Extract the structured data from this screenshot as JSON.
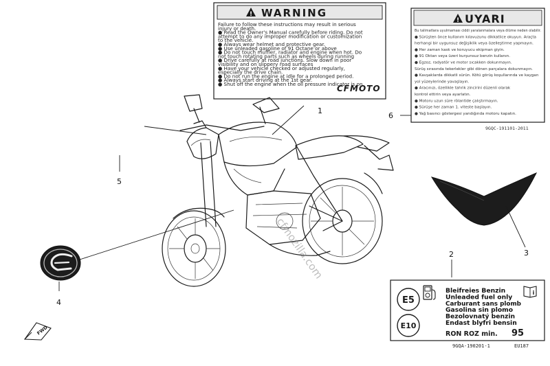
{
  "diagram": {
    "callouts": [
      "1",
      "2",
      "3",
      "4",
      "5",
      "6"
    ],
    "warning_label": {
      "title": "WARNING",
      "lines": [
        "Failure to follow these instructions may result in serious",
        "injury or death.",
        "● Read the Owner's Manual carefully before riding. Do not",
        "  attempt to do any improper modification or customization",
        "  to the vehicle.",
        "● Always wear helmet and protective gear.",
        "● Use unleaded gasoline of 91 Octane or above",
        "● Do not touch muffler, radiator and engine when hot. Do",
        "  not touch rotating parts such as wheels during running",
        "● Drive carefully at road junctions. Slow down in poor",
        "  visibility and on slippery road surfaces",
        "● Have your vehicle checked or adjusted regularly,",
        "  especially the drive chain.",
        "● Do not run the engine at idle for a prolonged period.",
        "● Always start driving at the 1st gear.",
        "● Shut off the engine when the oil pressure indicator is on"
      ],
      "brand": "CFMOTO"
    },
    "uyari_label": {
      "title": "UYARI",
      "lines": [
        "Bu talimatlara uyulmaması ciddi yaralanmalara veya ölüme neden olabilir.",
        "● Sürüşten önce kullanım kılavuzunu dikkatlice okuyun. Araçta",
        "  herhangi bir uygunsuz değişiklik veya özelleştirme yapmayın.",
        "● Her zaman kask ve koruyucu ekipman giyin.",
        "● 91 Oktan veya üzeri kurşunsuz benzin kullanın.",
        "● Egzoz, radyatör ve motor sıcakken dokunmayın.",
        "  Sürüş sırasında tekerlekler gibi dönen parçalara dokunmayın.",
        "● Kavşaklarda dikkatli sürün. Kötü görüş koşullarında ve kaygan",
        "  yol yüzeylerinde yavaşlayın.",
        "● Aracınızı, özellikle tahrik zincirini düzenli olarak",
        "  kontrol ettirin veya ayarlatın.",
        "● Motoru uzun süre rölantide çalıştırmayın.",
        "● Sürüşe her zaman 1. viteste başlayın.",
        "● Yağ basıncı göstergesi yandığında motoru kapatın."
      ],
      "part_number": "9GQC-191101-2011"
    },
    "fuel_label": {
      "badge_e5": "E5",
      "badge_e10": "E10",
      "lines": [
        "Bleifreies Benzin",
        "Unleaded fuel only",
        "Carburant sans plomb",
        "Gasolina sin plomo",
        "Bezolovnatý benzin",
        "Endast blyfri bensin"
      ],
      "ron_text": "RON  ROZ min.",
      "ron_value": "95",
      "part_number": "9GQA-190201-1",
      "part_suffix": "EU187",
      "info_glyph": "i"
    },
    "fwd_tag": "FWD",
    "watermark": "cfmozilla.com",
    "colors": {
      "ink": "#1a1a1a",
      "label_fill": "#ffffff",
      "decal_fill": "#1c1c1c",
      "warning_band": "#e8e8e8"
    }
  }
}
